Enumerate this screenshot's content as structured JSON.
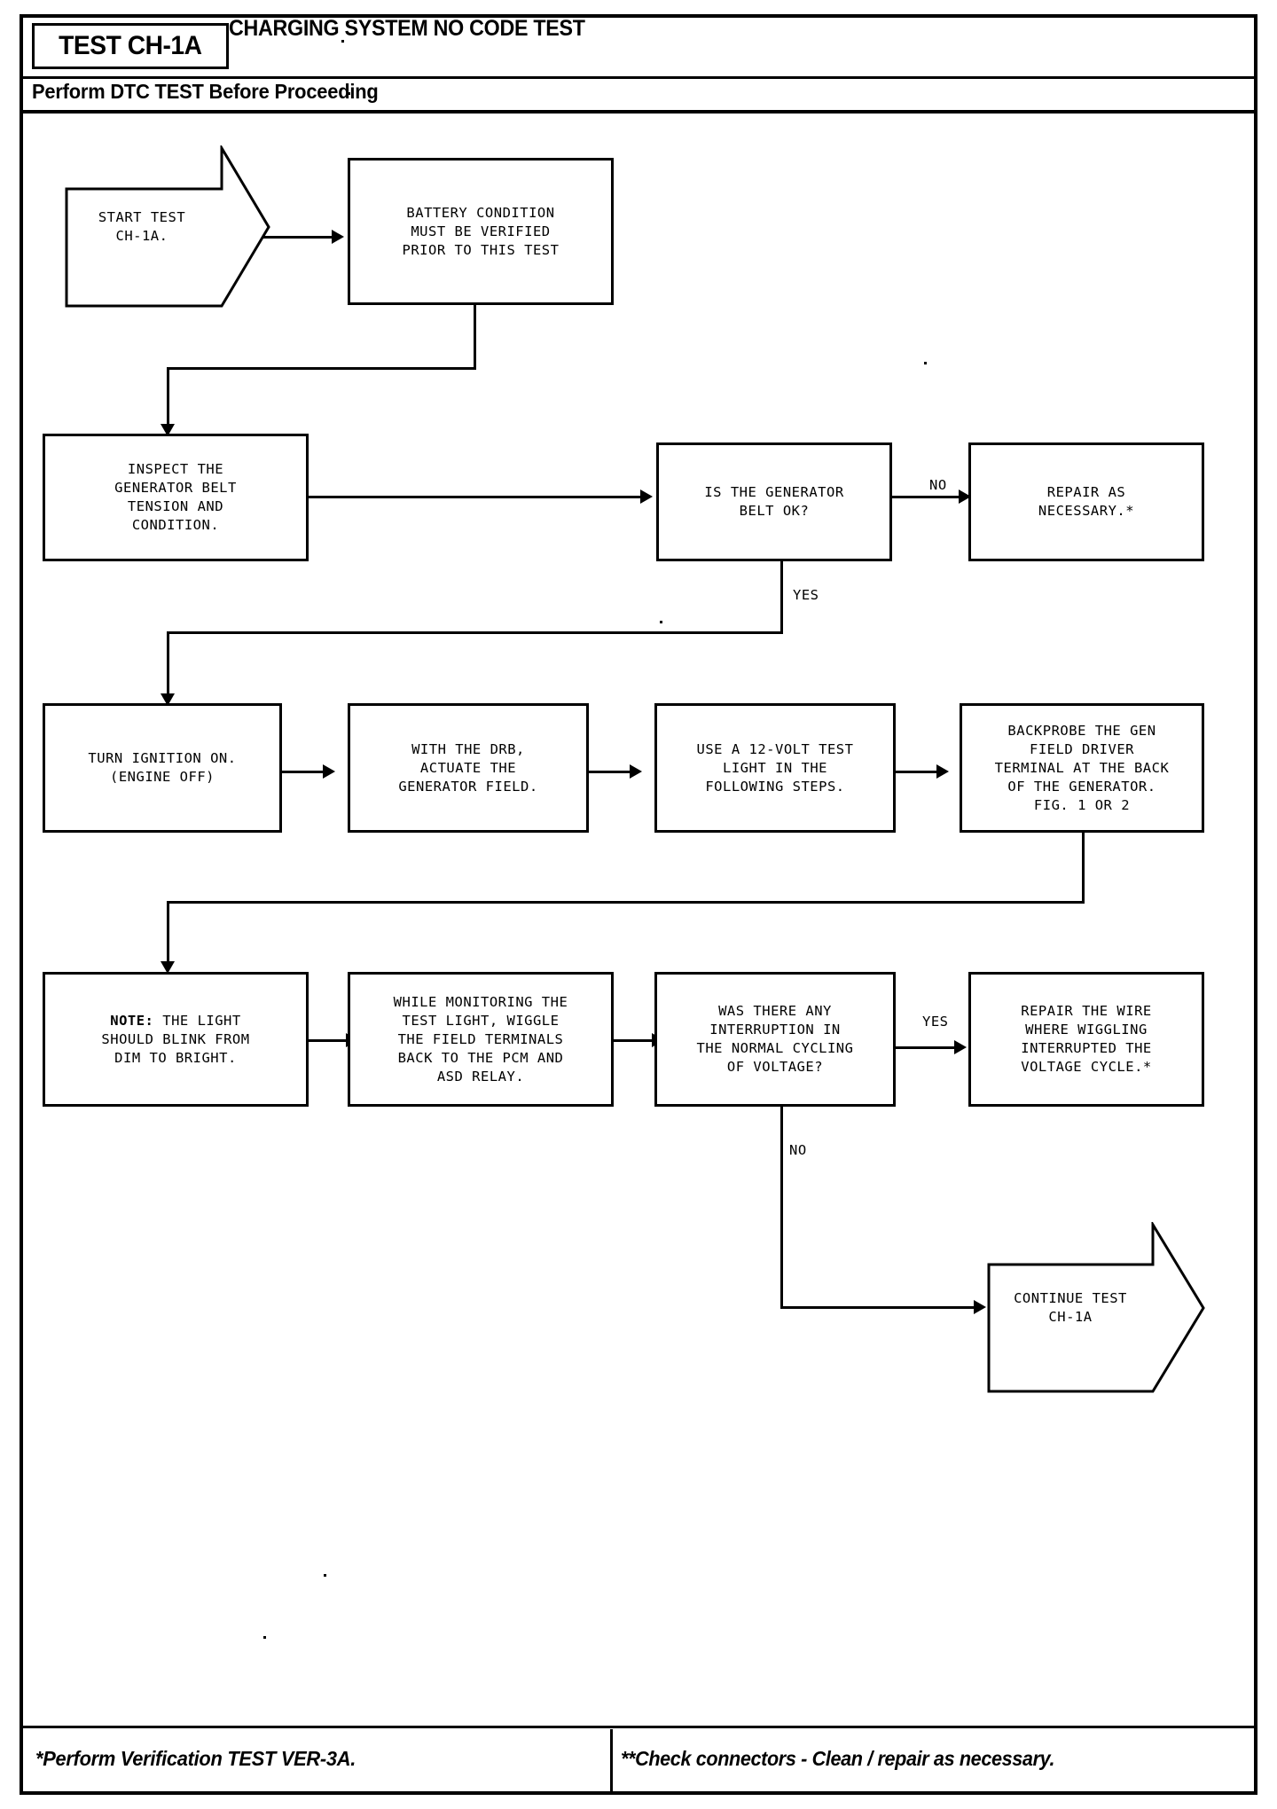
{
  "header": {
    "test_id": "TEST CH-1A",
    "title": "CHARGING SYSTEM NO CODE TEST",
    "subtitle": "Perform DTC TEST Before Proceeding"
  },
  "footer": {
    "left_note": "*Perform Verification TEST VER-3A.",
    "right_note": "**Check connectors - Clean / repair as necessary."
  },
  "chart_data": {
    "type": "diagram",
    "diagram_kind": "flowchart",
    "title": "CHARGING SYSTEM NO CODE TEST",
    "nodes": [
      {
        "id": "start",
        "shape": "arrow-pentagon",
        "text": "START TEST\nCH-1A."
      },
      {
        "id": "battery",
        "shape": "rect",
        "text": "BATTERY CONDITION\nMUST BE VERIFIED\nPRIOR TO THIS TEST"
      },
      {
        "id": "inspect",
        "shape": "rect",
        "text": "INSPECT THE\nGENERATOR BELT\nTENSION AND\nCONDITION."
      },
      {
        "id": "beltok",
        "shape": "rect",
        "text": "IS THE GENERATOR\nBELT OK?"
      },
      {
        "id": "repair1",
        "shape": "rect",
        "text": "REPAIR AS\nNECESSARY.*"
      },
      {
        "id": "ignition",
        "shape": "rect",
        "text": "TURN IGNITION ON.\n(ENGINE OFF)"
      },
      {
        "id": "drb",
        "shape": "rect",
        "text": "WITH THE DRB,\nACTUATE THE\nGENERATOR FIELD."
      },
      {
        "id": "testlight",
        "shape": "rect",
        "text": "USE A 12-VOLT TEST\nLIGHT IN THE\nFOLLOWING STEPS."
      },
      {
        "id": "backprobe",
        "shape": "rect",
        "text": "BACKPROBE THE GEN\nFIELD DRIVER\nTERMINAL AT THE BACK\nOF THE GENERATOR.\nFIG. 1 OR 2"
      },
      {
        "id": "note",
        "shape": "rect",
        "text_bold_prefix": "NOTE:",
        "text": " THE LIGHT\nSHOULD BLINK FROM\nDIM TO BRIGHT."
      },
      {
        "id": "wiggle",
        "shape": "rect",
        "text": "WHILE MONITORING THE\nTEST LIGHT, WIGGLE\nTHE FIELD TERMINALS\nBACK TO THE PCM AND\nASD RELAY."
      },
      {
        "id": "interrupt",
        "shape": "rect",
        "text": "WAS THERE ANY\nINTERRUPTION IN\nTHE NORMAL CYCLING\nOF VOLTAGE?"
      },
      {
        "id": "repair2",
        "shape": "rect",
        "text": "REPAIR THE WIRE\nWHERE WIGGLING\nINTERRUPTED THE\nVOLTAGE CYCLE.*"
      },
      {
        "id": "continue",
        "shape": "arrow-pentagon",
        "text": "CONTINUE TEST\nCH-1A"
      }
    ],
    "edges": [
      {
        "from": "start",
        "to": "battery",
        "label": ""
      },
      {
        "from": "battery",
        "to": "inspect",
        "label": ""
      },
      {
        "from": "inspect",
        "to": "beltok",
        "label": ""
      },
      {
        "from": "beltok",
        "to": "repair1",
        "label": "NO"
      },
      {
        "from": "beltok",
        "to": "ignition",
        "label": "YES"
      },
      {
        "from": "ignition",
        "to": "drb",
        "label": ""
      },
      {
        "from": "drb",
        "to": "testlight",
        "label": ""
      },
      {
        "from": "testlight",
        "to": "backprobe",
        "label": ""
      },
      {
        "from": "backprobe",
        "to": "note",
        "label": ""
      },
      {
        "from": "note",
        "to": "wiggle",
        "label": ""
      },
      {
        "from": "wiggle",
        "to": "interrupt",
        "label": ""
      },
      {
        "from": "interrupt",
        "to": "repair2",
        "label": "YES"
      },
      {
        "from": "interrupt",
        "to": "continue",
        "label": "NO"
      }
    ],
    "labels": {
      "no": "NO",
      "yes": "YES"
    }
  }
}
